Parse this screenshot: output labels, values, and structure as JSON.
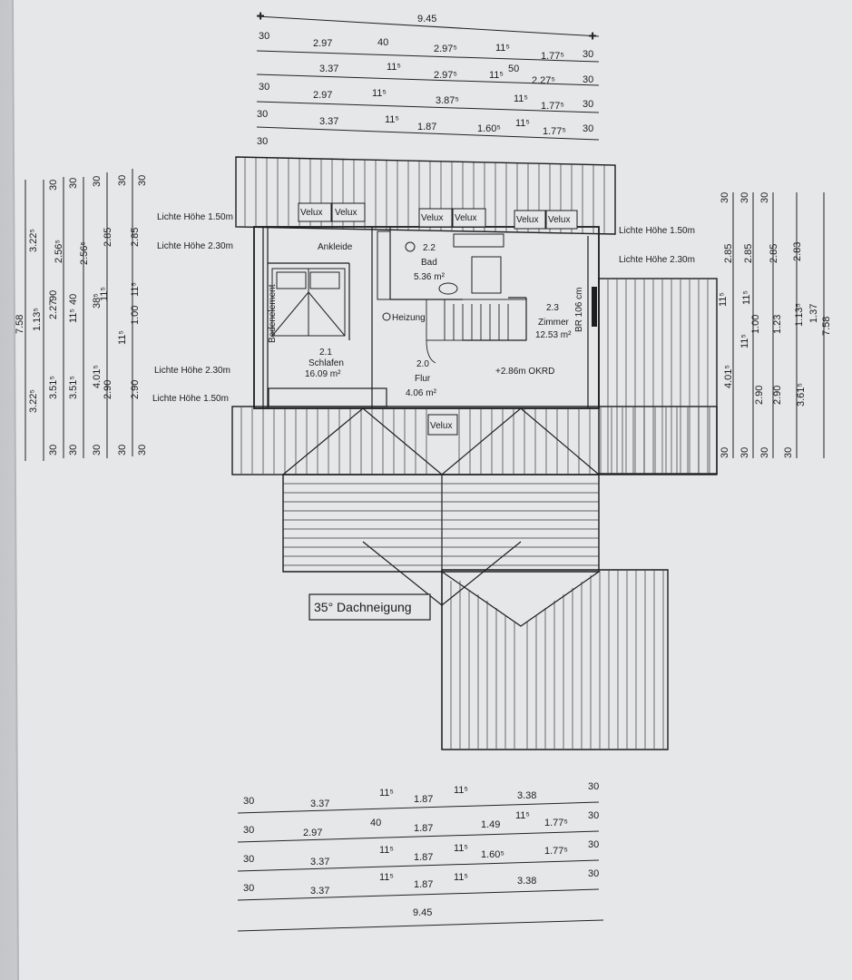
{
  "top_dims": {
    "total": "9.45",
    "rows": [
      [
        "30",
        "2.97",
        "40",
        "2.97⁵",
        "11⁵",
        "1.77⁵",
        "30"
      ],
      [
        "3.37",
        "11⁵",
        "2.97⁵",
        "11⁵",
        "50",
        "2.27⁵",
        "30"
      ],
      [
        "30",
        "2.97",
        "11⁵",
        "3.87⁵",
        "11⁵",
        "1.77⁵",
        "30"
      ],
      [
        "30",
        "3.37",
        "11⁵",
        "1.87",
        "1.60⁵",
        "11⁵",
        "1.77⁵",
        "30",
        "30"
      ]
    ]
  },
  "bottom_dims": {
    "total": "9.45",
    "rows": [
      [
        "30",
        "3.37",
        "11⁵",
        "1.87",
        "11⁵",
        "3.38",
        "30"
      ],
      [
        "30",
        "2.97",
        "40",
        "1.87",
        "1.49",
        "11⁵",
        "1.77⁵",
        "30"
      ],
      [
        "30",
        "3.37",
        "11⁵",
        "1.87",
        "11⁵",
        "1.60⁵",
        "1.77⁵",
        "30"
      ],
      [
        "30",
        "3.37",
        "11⁵",
        "1.87",
        "11⁵",
        "3.38",
        "30"
      ]
    ]
  },
  "left_dims": {
    "col1": [
      "3.22⁵",
      "7.58",
      "3.22⁵"
    ],
    "col2": [
      "30",
      "1.13⁵",
      "2.27",
      "90",
      "3.51⁵",
      "30"
    ],
    "col3": [
      "30",
      "2.56⁵",
      "40",
      "11⁵",
      "3.51⁵",
      "30"
    ],
    "col4": [
      "30",
      "2.56⁵",
      "38⁵",
      "11⁵",
      "4.01⁵",
      "30"
    ],
    "col5": [
      "30",
      "2.85",
      "1.00",
      "11⁵",
      "2.90",
      "30"
    ],
    "col6": [
      "30",
      "2.85",
      "11⁵",
      "2.90",
      "30"
    ]
  },
  "right_dims": {
    "col1": [
      "30",
      "2.85",
      "11⁵",
      "4.01⁵",
      "30"
    ],
    "col2": [
      "30",
      "2.85",
      "11⁵",
      "1.00",
      "11⁵",
      "2.90",
      "30"
    ],
    "col3": [
      "30",
      "2.85",
      "1.23",
      "2.90",
      "30"
    ],
    "col4": [
      "2.83",
      "1.13⁵",
      "3.61⁵",
      "30"
    ],
    "col5": [
      "1.37",
      "7.58"
    ]
  },
  "heights": {
    "left_top_150": "Lichte Höhe 1.50m",
    "left_top_230": "Lichte Höhe 2.30m",
    "left_bot_230": "Lichte Höhe 2.30m",
    "left_bot_150": "Lichte Höhe 1.50m",
    "right_150": "Lichte Höhe 1.50m",
    "right_230": "Lichte Höhe 2.30m"
  },
  "rooms": {
    "ankleide": "Ankleide",
    "bad_no": "2.2",
    "bad_name": "Bad",
    "bad_area": "5.36 m²",
    "zimmer_no": "2.3",
    "zimmer_name": "Zimmer",
    "zimmer_area": "12.53 m²",
    "br": "BR 106 cm",
    "schlafen_no": "2.1",
    "schlafen_name": "Schlafen",
    "schlafen_area": "16.09 m²",
    "flur_no": "2.0",
    "flur_name": "Flur",
    "flur_area": "4.06 m²",
    "heizung": "Heizung",
    "bodenelement": "Bodenelement",
    "okrd": "+2.86m OKRD"
  },
  "velux": [
    "Velux",
    "Velux",
    "Velux",
    "Velux",
    "Velux",
    "Velux",
    "Velux"
  ],
  "roof_pitch": "35° Dachneigung",
  "colors": {
    "ink": "#1d1d1f",
    "paper": "#e3e4e6"
  }
}
